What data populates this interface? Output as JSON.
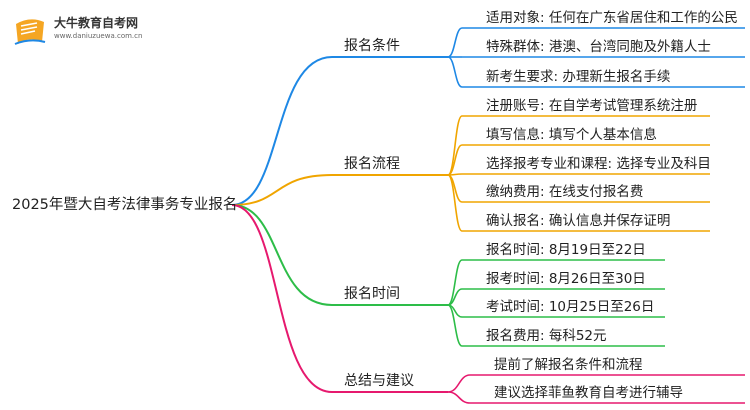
{
  "logo": {
    "title": "大牛教育自考网",
    "url": "www.daniuzuewa.com.cn",
    "icon": "book-icon"
  },
  "root": {
    "label": "2025年暨大自考法律事务专业报名"
  },
  "colors": {
    "blue": "#1e88e5",
    "orange": "#f0a500",
    "green": "#2dbd48",
    "pink": "#e6196e"
  },
  "branches": [
    {
      "label": "报名条件",
      "color": "blue",
      "leaves": [
        "适用对象: 任何在广东省居住和工作的公民",
        "特殊群体: 港澳、台湾同胞及外籍人士",
        "新考生要求: 办理新生报名手续"
      ]
    },
    {
      "label": "报名流程",
      "color": "orange",
      "leaves": [
        "注册账号: 在自学考试管理系统注册",
        "填写信息: 填写个人基本信息",
        "选择报考专业和课程: 选择专业及科目",
        "缴纳费用: 在线支付报名费",
        "确认报名: 确认信息并保存证明"
      ]
    },
    {
      "label": "报名时间",
      "color": "green",
      "leaves": [
        "报名时间: 8月19日至22日",
        "报考时间: 8月26日至30日",
        "考试时间: 10月25日至26日",
        "报名费用: 每科52元"
      ]
    },
    {
      "label": "总结与建议",
      "color": "pink",
      "leaves": [
        "提前了解报名条件和流程",
        "建议选择菲鱼教育自考进行辅导"
      ]
    }
  ]
}
